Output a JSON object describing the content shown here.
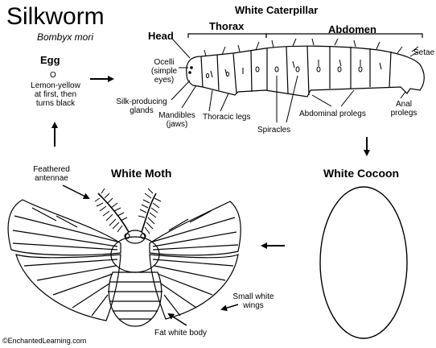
{
  "title": "Silkworm",
  "scientific_name": "Bombyx mori",
  "egg": {
    "heading": "Egg",
    "symbol": "O",
    "desc_lines": [
      "Lemon-yellow",
      "at first, then",
      "turns black"
    ]
  },
  "caterpillar": {
    "heading": "White Caterpillar",
    "head": "Head",
    "thorax": "Thorax",
    "abdomen": "Abdomen",
    "setae": "Setae",
    "ocelli_lines": [
      "Ocelli",
      "(simple",
      "eyes)"
    ],
    "silk_lines": [
      "Silk-producing",
      "glands"
    ],
    "mandibles_lines": [
      "Mandibles",
      "(jaws)"
    ],
    "thoracic_legs": "Thoracic legs",
    "spiracles": "Spiracles",
    "abdominal_prolegs": "Abdominal prolegs",
    "anal_lines": [
      "Anal",
      "prolegs"
    ]
  },
  "cocoon": {
    "heading": "White Cocoon"
  },
  "moth": {
    "heading": "White Moth",
    "antennae_lines": [
      "Feathered",
      "antennae"
    ],
    "wings_lines": [
      "Small white",
      "wings"
    ],
    "body": "Fat white body"
  },
  "credit": "©EnchantedLearning.com"
}
